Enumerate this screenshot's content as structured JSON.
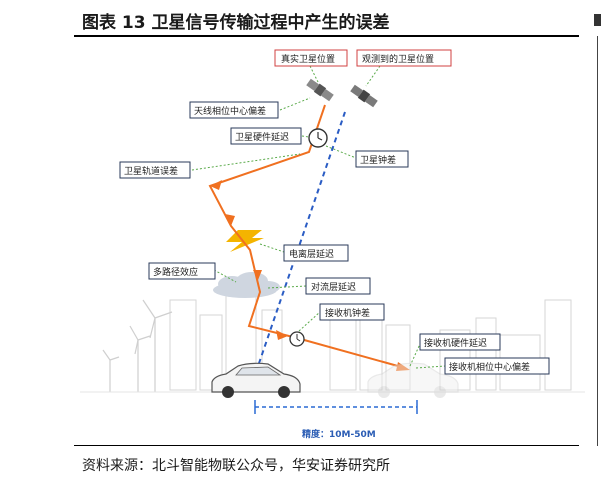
{
  "title": "图表 13  卫星信号传输过程中产生的误差",
  "source": "资料来源：北斗智能物联公众号，华安证券研究所",
  "labels": {
    "true_position": "真实卫星位置",
    "observed_position": "观测到的卫星位置",
    "antenna_phase_offset": "天线相位中心偏差",
    "satellite_hardware_delay": "卫星硬件延迟",
    "satellite_clock_error": "卫星钟差",
    "orbit_error": "卫星轨道误差",
    "ionosphere_delay": "电离层延迟",
    "multipath_effect": "多路径效应",
    "troposphere_delay": "对流层延迟",
    "receiver_clock_error": "接收机钟差",
    "receiver_hardware_delay": "接收机硬件延迟",
    "receiver_phase_offset": "接收机相位中心偏差",
    "accuracy": "精度：10M-50M"
  },
  "colors": {
    "signal_path": "#f07020",
    "direct_path": "#2a5cc4",
    "leader": "#5aaa4a",
    "accuracy_bar": "#2a6ad4",
    "box_border": "#2a3a5a",
    "box_border_red": "#d04040",
    "lightning": "#f4b400"
  }
}
